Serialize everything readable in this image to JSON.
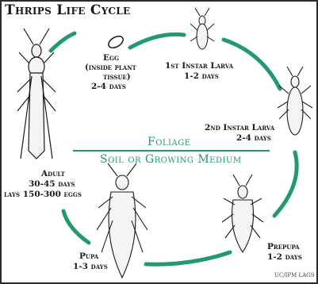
{
  "title": "Thrips Life Cycle",
  "band": {
    "top": "Foliage",
    "bottom": "Soil or Growing Medium"
  },
  "stages": {
    "egg": {
      "name": "Egg",
      "note": "(inside plant",
      "note2": "tissue)",
      "duration": "2-4 days"
    },
    "larva1": {
      "name": "1st Instar Larva",
      "duration": "1-2 days"
    },
    "larva2": {
      "name": "2nd Instar Larva",
      "duration": "2-4 days"
    },
    "prepupa": {
      "name": "Prepupa",
      "duration": "1-2 days"
    },
    "pupa": {
      "name": "Pupa",
      "duration": "1-3 days"
    },
    "adult": {
      "name": "Adult",
      "duration": "30-45 days",
      "eggs": "lays 150-300 eggs"
    }
  },
  "credit": "UC/IPM LAGS",
  "colors": {
    "cycle_green": "#239a6b",
    "border": "#2a2a2a",
    "ink": "#1a1a1a"
  }
}
